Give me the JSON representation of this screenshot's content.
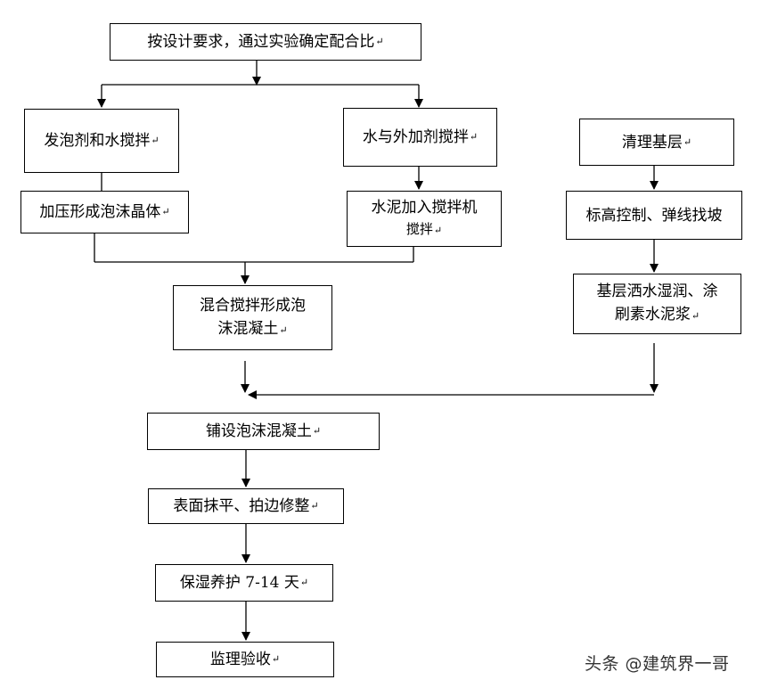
{
  "nodes": {
    "design_ratio": "按设计要求，通过实验确定配合比",
    "foam_water_mix": "发泡剂和水搅拌",
    "water_additive_mix": "水与外加剂搅拌",
    "clean_base": "清理基层",
    "pressurize_foam": "加压形成泡沫晶体",
    "cement_into_mixer_line1": "水泥加入搅拌机",
    "cement_into_mixer_line2": "搅拌",
    "elevation_control": "标高控制、弹线找坡",
    "mix_foam_concrete_line1": "混合搅拌形成泡",
    "mix_foam_concrete_line2": "沫混凝土",
    "wet_base_line1": "基层洒水湿润、涂",
    "wet_base_line2": "刷素水泥浆",
    "lay_foam_concrete": "铺设泡沫混凝土",
    "surface_finish": "表面抹平、拍边修整",
    "curing": "保湿养护 7-14 天",
    "supervision": "监理验收"
  },
  "paragraph_mark": "↵",
  "watermark": "头条 @建筑界一哥"
}
